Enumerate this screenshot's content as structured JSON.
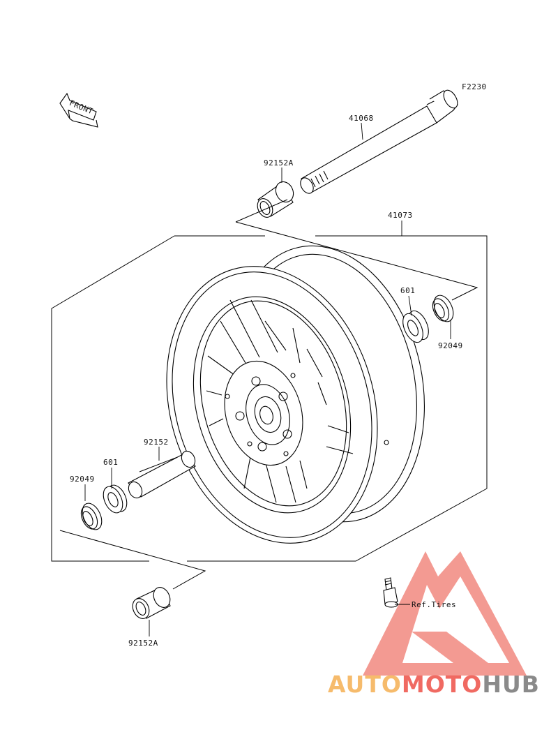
{
  "figure_code": "F2230",
  "front_arrow": "FRONT",
  "parts": {
    "axle": "41068",
    "collar_top": "92152A",
    "wheel": "41073",
    "bearing_right": "601",
    "seal_right": "92049",
    "collar_center": "92152",
    "bearing_left": "601",
    "seal_left": "92049",
    "collar_bottom": "92152A",
    "valve_ref": "Ref.Tires"
  },
  "watermark": {
    "part1": "AUTO",
    "part2": "MOTO",
    "part3": "HUB",
    "color1": "#f6bb6c",
    "color2": "#f06a62",
    "color3": "#8a8a8a",
    "logo_color": "#f39a92"
  }
}
